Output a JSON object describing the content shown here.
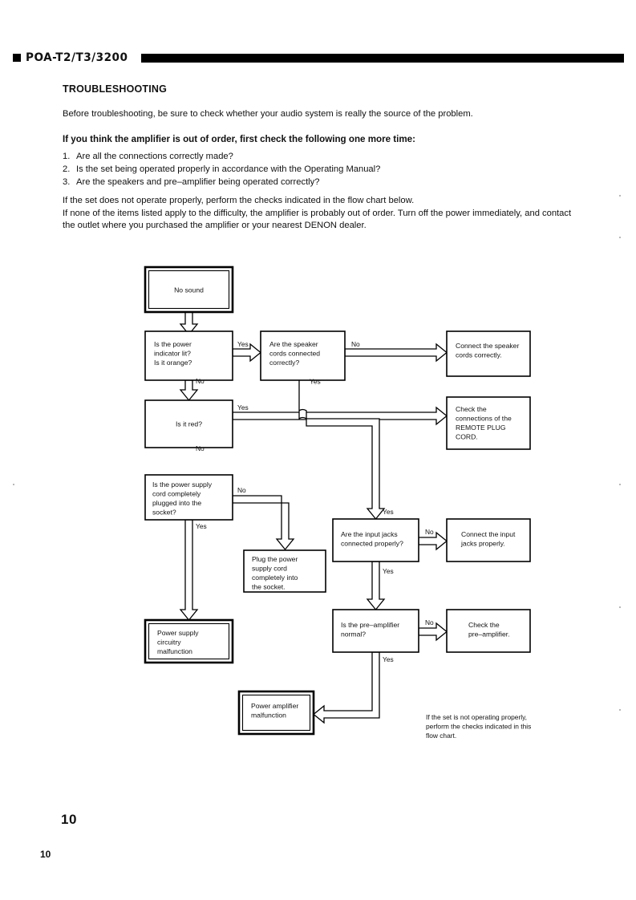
{
  "header": {
    "model_marker": "square-marker",
    "title": "POA-T2/T3/3200"
  },
  "document": {
    "section_title": "TROUBLESHOOTING",
    "lead": "Before troubleshooting, be sure to check whether your audio system is really the source of the problem.",
    "bold_question": "If you think the amplifier is out of order, first check the following one more time:",
    "checklist": [
      {
        "num": "1.",
        "text": "Are all the connections correctly made?"
      },
      {
        "num": "2.",
        "text": "Is the set being operated properly in accordance with the Operating Manual?"
      },
      {
        "num": "3.",
        "text": "Are the speakers and pre–amplifier being operated correctly?"
      }
    ],
    "tail_lines": [
      "If the set does not operate properly, perform the checks indicated in the flow chart below.",
      "If none of the items listed apply to the difficulty, the amplifier is probably out of order. Turn off the power immediately, and contact",
      "the outlet where you purchased the amplifier or your nearest DENON dealer."
    ],
    "page_number": "10",
    "footer_page_number": "10"
  },
  "chart_data": {
    "type": "diagram",
    "title": "Troubleshooting flow chart",
    "note": [
      "If the set is not operating properly,",
      "perform the checks indicated in this",
      "flow chart."
    ],
    "nodes": [
      {
        "id": "start",
        "kind": "terminal",
        "lines": [
          "No sound"
        ]
      },
      {
        "id": "power_ind",
        "kind": "decision",
        "lines": [
          "Is the power",
          "indicator lit?",
          "Is it orange?"
        ]
      },
      {
        "id": "spk_cords",
        "kind": "decision",
        "lines": [
          "Are the speaker",
          "cords connected",
          "correctly?"
        ]
      },
      {
        "id": "connect_spk",
        "kind": "action",
        "lines": [
          "Connect the speaker",
          "cords correctly."
        ]
      },
      {
        "id": "is_red",
        "kind": "decision",
        "lines": [
          "Is it red?"
        ]
      },
      {
        "id": "check_remote",
        "kind": "action",
        "lines": [
          "Check the",
          "connections of the",
          "REMOTE PLUG",
          "CORD."
        ]
      },
      {
        "id": "cord_plugged",
        "kind": "decision",
        "lines": [
          "Is the power supply",
          "cord completely",
          "plugged into the",
          "socket?"
        ]
      },
      {
        "id": "plug_cord",
        "kind": "action",
        "lines": [
          "Plug the power",
          "supply cord",
          "completely into",
          "the socket."
        ]
      },
      {
        "id": "psu_fault",
        "kind": "terminal",
        "lines": [
          "Power supply",
          "circuitry",
          "malfunction"
        ]
      },
      {
        "id": "input_jacks",
        "kind": "decision",
        "lines": [
          "Are the input jacks",
          "connected properly?"
        ]
      },
      {
        "id": "connect_in",
        "kind": "action",
        "lines": [
          "Connect the input",
          "jacks properly."
        ]
      },
      {
        "id": "preamp_ok",
        "kind": "decision",
        "lines": [
          "Is the pre–amplifier",
          "normal?"
        ]
      },
      {
        "id": "check_preamp",
        "kind": "action",
        "lines": [
          "Check the",
          "pre–amplifier."
        ]
      },
      {
        "id": "amp_fault",
        "kind": "terminal",
        "lines": [
          "Power amplifier",
          "malfunction"
        ]
      }
    ],
    "edges": [
      {
        "from": "start",
        "to": "power_ind",
        "label": ""
      },
      {
        "from": "power_ind",
        "to": "spk_cords",
        "label": "Yes"
      },
      {
        "from": "power_ind",
        "to": "is_red",
        "label": "No"
      },
      {
        "from": "spk_cords",
        "to": "connect_spk",
        "label": "No"
      },
      {
        "from": "spk_cords",
        "to": "input_jacks",
        "label": "Yes"
      },
      {
        "from": "is_red",
        "to": "check_remote",
        "label": "Yes"
      },
      {
        "from": "is_red",
        "to": "cord_plugged",
        "label": "No"
      },
      {
        "from": "cord_plugged",
        "to": "plug_cord",
        "label": "No"
      },
      {
        "from": "cord_plugged",
        "to": "psu_fault",
        "label": "Yes"
      },
      {
        "from": "input_jacks",
        "to": "connect_in",
        "label": "No"
      },
      {
        "from": "input_jacks",
        "to": "preamp_ok",
        "label": "Yes"
      },
      {
        "from": "preamp_ok",
        "to": "check_preamp",
        "label": "No"
      },
      {
        "from": "preamp_ok",
        "to": "amp_fault",
        "label": "Yes"
      }
    ]
  }
}
